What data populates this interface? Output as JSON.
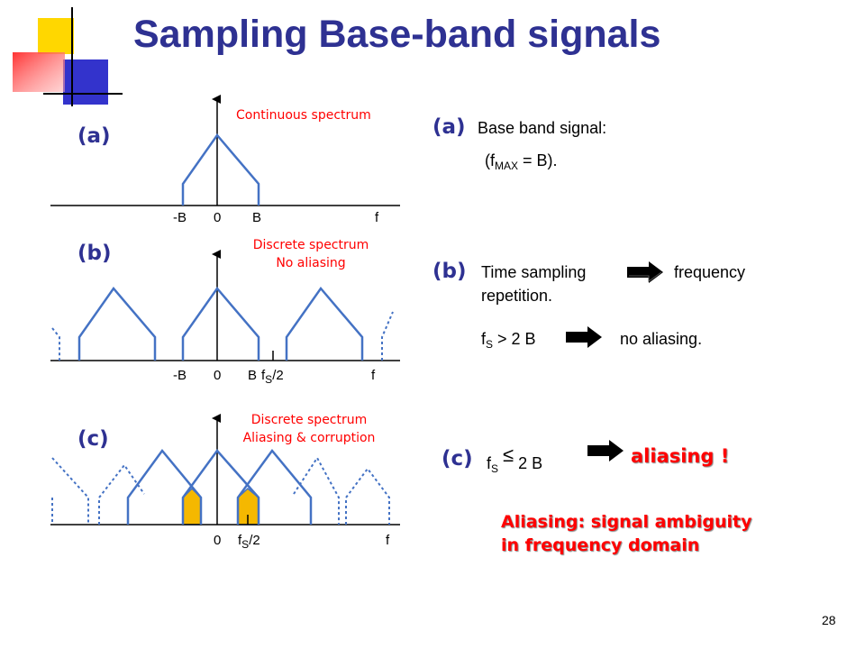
{
  "slide": {
    "title": "Sampling Base-band signals",
    "page_number": "28"
  },
  "panels": {
    "a": {
      "label": "(a)",
      "annotation": "Continuous spectrum",
      "ticks": {
        "neg_b": "-B",
        "zero": "0",
        "b": "B",
        "f": "f"
      }
    },
    "b": {
      "label": "(b)",
      "annotation_line1": "Discrete spectrum",
      "annotation_line2": "No aliasing",
      "ticks": {
        "neg_b": "-B",
        "zero": "0",
        "b": "B",
        "fs": "f",
        "fs_sub": "S",
        "fs_tail": "/2",
        "f": "f"
      }
    },
    "c": {
      "label": "(c)",
      "annotation_line1": "Discrete spectrum",
      "annotation_line2": "Aliasing & corruption",
      "ticks": {
        "zero": "0",
        "fs": "f",
        "fs_sub": "S",
        "fs_tail": "/2",
        "f": "f"
      }
    }
  },
  "descriptions": {
    "a": {
      "label": "(a)",
      "text": "Base band signal:",
      "line2_pre": "(f",
      "line2_sub": "MAX",
      "line2_post": " = B)."
    },
    "b": {
      "label": "(b)",
      "text_left": "Time sampling",
      "text_right": "frequency",
      "text_line2": "repetition.",
      "cond_f": "f",
      "cond_sub": "S",
      "cond_rest": " > 2 B",
      "result": "no aliasing."
    },
    "c": {
      "label": "(c)",
      "cond_f": "f",
      "cond_sub": "S",
      "cond_sym": "≤",
      "cond_rest": "2 B",
      "result": "aliasing !"
    }
  },
  "note": {
    "line1": "Aliasing: signal ambiguity",
    "line2": "in frequency domain"
  },
  "colors": {
    "title": "#2e3192",
    "spectrum": "#4472c4",
    "alias_fill": "#f5b800",
    "annotation": "#ff0000",
    "logo_yellow": "#ffd700",
    "logo_red": "#ff3333",
    "logo_blue": "#3333cc"
  },
  "icons": [
    "right-arrow-icon"
  ]
}
